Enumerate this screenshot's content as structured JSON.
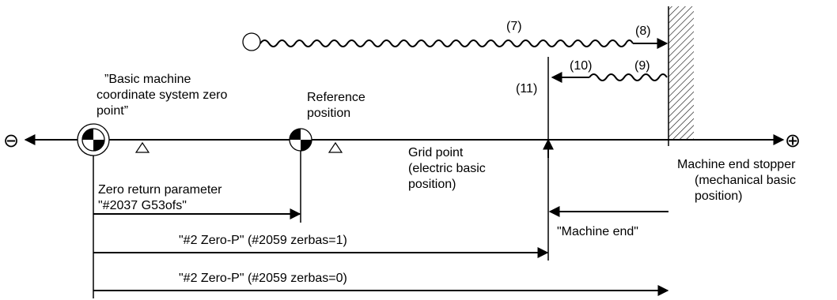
{
  "signs": {
    "minus": "⊖",
    "plus": "⊕"
  },
  "markers": {
    "m7": "(7)",
    "m8": "(8)",
    "m9": "(9)",
    "m10": "(10)",
    "m11": "(11)"
  },
  "labels": {
    "basic_zero": [
      "”Basic machine",
      "coordinate system zero",
      "point”"
    ],
    "reference": [
      "Reference",
      "position"
    ],
    "grid_point": [
      "Grid point",
      "(electric basic",
      "position)"
    ],
    "stopper": [
      "Machine end stopper",
      "(mechanical basic",
      "position)"
    ],
    "zero_return": [
      "Zero return parameter",
      "\"#2037 G53ofs\""
    ],
    "machine_end": "\"Machine end\"",
    "zero_p_1": "\"#2 Zero-P\" (#2059 zerbas=1)",
    "zero_p_0": "\"#2 Zero-P\" (#2059 zerbas=0)"
  }
}
